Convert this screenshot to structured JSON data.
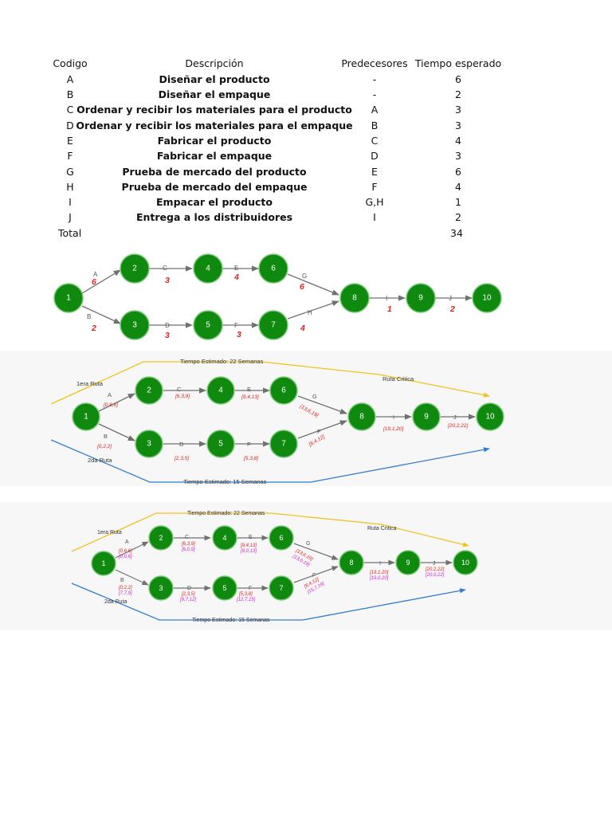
{
  "table": {
    "headers": [
      "Codigo",
      "Descripción",
      "Predecesores",
      "Tiempo esperado"
    ],
    "rows": [
      [
        "A",
        "Diseñar el producto",
        "-",
        "6"
      ],
      [
        "B",
        "Diseñar el empaque",
        "-",
        "2"
      ],
      [
        "C",
        "Ordenar y recibir los materiales para el producto",
        "A",
        "3"
      ],
      [
        "D",
        "Ordenar y recibir los materiales para el empaque",
        "B",
        "3"
      ],
      [
        "E",
        "Fabricar el producto",
        "C",
        "4"
      ],
      [
        "F",
        "Fabricar el empaque",
        "D",
        "3"
      ],
      [
        "G",
        "Prueba de mercado del producto",
        "E",
        "6"
      ],
      [
        "H",
        "Prueba de mercado del empaque",
        "F",
        "4"
      ],
      [
        "I",
        "Empacar el producto",
        "G,H",
        "1"
      ],
      [
        "J",
        "Entrega a los distribuidores",
        "I",
        "2"
      ]
    ],
    "total_label": "Total",
    "total_value": "34"
  },
  "colors": {
    "node_fill": "#0f8a0f",
    "node_stroke": "#7cc97c",
    "edge": "#707070",
    "red_label": "#e02020",
    "magenta_label": "#d020d0",
    "yellow_line": "#f2c21a",
    "blue_line": "#2f7fd0"
  },
  "diagram1": {
    "nodes": [
      "1",
      "2",
      "3",
      "4",
      "5",
      "6",
      "7",
      "8",
      "9",
      "10"
    ],
    "edges": [
      {
        "id": "A",
        "time": "6"
      },
      {
        "id": "B",
        "time": "2"
      },
      {
        "id": "C",
        "time": "3"
      },
      {
        "id": "D",
        "time": "3"
      },
      {
        "id": "E",
        "time": "4"
      },
      {
        "id": "F",
        "time": "3"
      },
      {
        "id": "G",
        "time": "6"
      },
      {
        "id": "H",
        "time": "4"
      },
      {
        "id": "I",
        "time": "1"
      },
      {
        "id": "J",
        "time": "2"
      }
    ]
  },
  "diagram2": {
    "nodes": [
      "1",
      "2",
      "3",
      "4",
      "5",
      "6",
      "7",
      "8",
      "9",
      "10"
    ],
    "edge_letters": [
      "A",
      "B",
      "C",
      "D",
      "E",
      "F",
      "G",
      "F",
      "I",
      "J"
    ],
    "triples": [
      "[0,6,6]",
      "[0,2,2]",
      "[6,3,9]",
      "[2,3,5]",
      "[9,4,13]",
      "[5,3,8]",
      "[13,6,19]",
      "[8,4,12]",
      "[19,1,20]",
      "[20,2,22]"
    ],
    "route1_label": "1era Ruta",
    "route2_label": "2da Ruta",
    "critical_label": "Ruta Critica",
    "time_top": "Tiempo Estimado: 22 Semanas",
    "time_bottom": "Tiempo Estimado: 15 Semanas"
  },
  "diagram3": {
    "nodes": [
      "1",
      "2",
      "3",
      "4",
      "5",
      "6",
      "7",
      "8",
      "9",
      "10"
    ],
    "edge_letters": [
      "A",
      "B",
      "C",
      "D",
      "E",
      "F",
      "G",
      "F",
      "I",
      "J"
    ],
    "triples_red": [
      "[0,6,6]",
      "[0,2,2]",
      "[6,3,9]",
      "[2,3,5]",
      "[9,4,13]",
      "[5,3,8]",
      "[13,6,19]",
      "[8,4,12]",
      "[19,1,20]",
      "[20,2,22]"
    ],
    "triples_magenta": [
      "[0,0,6]",
      "[7,7,9]",
      "[6,0,9]",
      "[9,7,12]",
      "[9,0,13]",
      "[12,7,15]",
      "[13,0,19]",
      "[15,7,19]",
      "[19,0,20]",
      "[20,0,22]"
    ],
    "route1_label": "1era Ruta",
    "route2_label": "2da Ruta",
    "critical_label": "Ruta Critica",
    "time_top": "Tiempo Estimado: 22 Semanas",
    "time_bottom": "Tiempo Estimado: 15 Semanas"
  }
}
